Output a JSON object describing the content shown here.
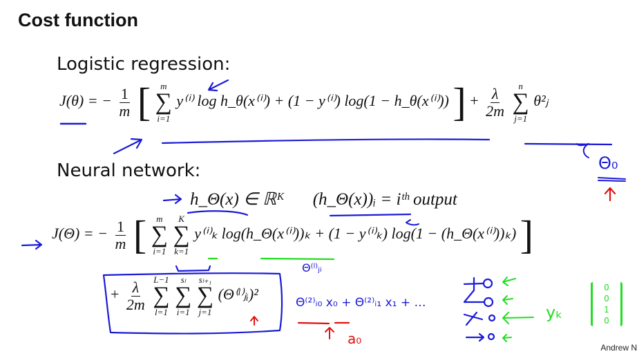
{
  "slide": {
    "title": "Cost function",
    "footer": "Andrew N",
    "colors": {
      "ink_blue": "#1a1ad6",
      "ink_red": "#e01010",
      "ink_green": "#22dd22",
      "text": "#111111"
    }
  },
  "logistic": {
    "heading": "Logistic regression:",
    "lhs": "J(θ) = −",
    "frac_num": "1",
    "frac_den": "m",
    "sum_upper": "m",
    "sum_lower": "i=1",
    "body": "y⁽ⁱ⁾ log h_θ(x⁽ⁱ⁾) + (1 − y⁽ⁱ⁾) log(1 − h_θ(x⁽ⁱ⁾))",
    "plus": "+",
    "reg_num": "λ",
    "reg_den": "2m",
    "reg_sum_upper": "n",
    "reg_sum_lower": "j=1",
    "reg_term": "θ²ⱼ"
  },
  "neural": {
    "heading": "Neural network:",
    "hypothesis": "h_Θ(x) ∈ ℝᴷ",
    "output_def": "(h_Θ(x))ᵢ = iᵗʰ output",
    "lhs": "J(Θ) = −",
    "frac_num": "1",
    "frac_den": "m",
    "sum1_upper": "m",
    "sum1_lower": "i=1",
    "sum2_upper": "K",
    "sum2_lower": "k=1",
    "body": "y⁽ⁱ⁾ₖ log(h_Θ(x⁽ⁱ⁾))ₖ + (1 − y⁽ⁱ⁾ₖ) log(1 − (h_Θ(x⁽ⁱ⁾))ₖ)",
    "reg_plus": "+",
    "reg_num": "λ",
    "reg_den": "2m",
    "reg_sum1_upper": "L−1",
    "reg_sum1_lower": "l=1",
    "reg_sum2_upper": "sₗ",
    "reg_sum2_lower": "i=1",
    "reg_sum3_upper": "sₗ₊₁",
    "reg_sum3_lower": "j=1",
    "reg_term": "(Θ⁽ˡ⁾ⱼᵢ)²"
  },
  "annotations": {
    "theta_zero": "Θ₀",
    "theta_ji": "Θ⁽ˡ⁾ⱼᵢ",
    "expansion": "Θ⁽²⁾ᵢ₀ x₀ + Θ⁽²⁾ᵢ₁ x₁ + …",
    "a_zero": "a₀",
    "yk_label": "yₖ",
    "yk_vector": [
      "0",
      "0",
      "1",
      "0"
    ]
  }
}
